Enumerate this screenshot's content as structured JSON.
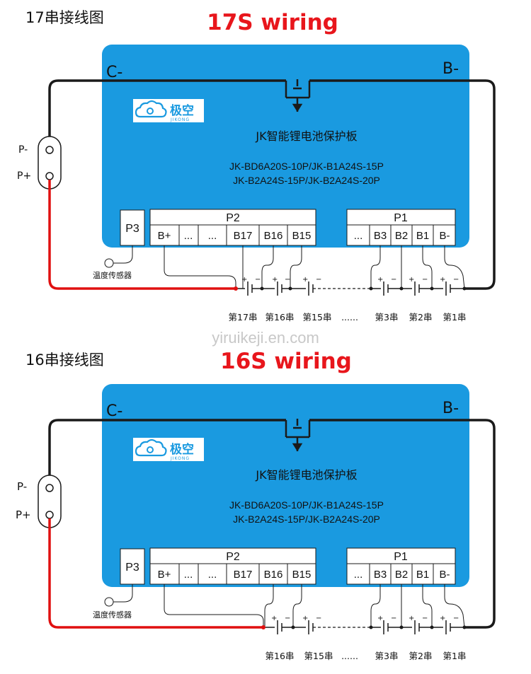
{
  "watermark": "yiruikeji.en.com",
  "colors": {
    "board": "#1a9ae0",
    "red_title": "#e8161c",
    "red_wire": "#e01010",
    "black_wire": "#1a1a1a"
  },
  "diagrams": [
    {
      "label_cn": "17串接线图",
      "title_en": "17S wiring",
      "c_minus": "C-",
      "b_minus": "B-",
      "logo_cn": "极空",
      "logo_en": "JIKONG",
      "board_title": "JK智能锂电池保护板",
      "models_line1": "JK-BD6A20S-10P/JK-B1A24S-15P",
      "models_line2": "JK-B2A24S-15P/JK-B2A24S-20P",
      "p_minus": "P-",
      "p_plus": "P+",
      "p3_label": "P3",
      "p2_label": "P2",
      "p2_pins": [
        "B+",
        "...",
        "...",
        "B17",
        "B16",
        "B15"
      ],
      "p1_label": "P1",
      "p1_pins": [
        "...",
        "B3",
        "B2",
        "B1",
        "B-"
      ],
      "temp_sensor": "温度传感器",
      "cells": [
        "第17串",
        "第16串",
        "第15串",
        "......",
        "第3串",
        "第2串",
        "第1串"
      ]
    },
    {
      "label_cn": "16串接线图",
      "title_en": "16S wiring",
      "c_minus": "C-",
      "b_minus": "B-",
      "logo_cn": "极空",
      "logo_en": "JIKONG",
      "board_title": "JK智能锂电池保护板",
      "models_line1": "JK-BD6A20S-10P/JK-B1A24S-15P",
      "models_line2": "JK-B2A24S-15P/JK-B2A24S-20P",
      "p_minus": "P-",
      "p_plus": "P+",
      "p3_label": "P3",
      "p2_label": "P2",
      "p2_pins": [
        "B+",
        "...",
        "...",
        "B17",
        "B16",
        "B15"
      ],
      "p1_label": "P1",
      "p1_pins": [
        "...",
        "B3",
        "B2",
        "B1",
        "B-"
      ],
      "temp_sensor": "温度传感器",
      "cells": [
        "第16串",
        "第15串",
        "......",
        "第3串",
        "第2串",
        "第1串"
      ]
    }
  ]
}
